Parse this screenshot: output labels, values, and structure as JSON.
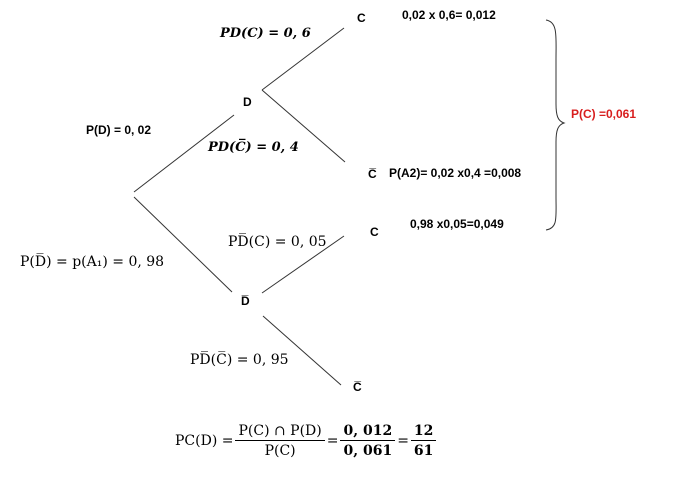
{
  "nodes": {
    "d": "D",
    "dbar": "D̅",
    "c_top": "C",
    "cbar_top": "C̅",
    "c_mid": "C",
    "cbar_bottom": "C̅"
  },
  "branch_labels": {
    "p_d": "P(D) = 0, 02",
    "p_dbar": "P(D̅) = p(A₁) = 0, 98",
    "pd_c": "PD(C) = 0, 6",
    "pd_cbar": "PD(C̅) = 0, 4",
    "pdbar_c": "PD̅(C) = 0, 05",
    "pdbar_cbar": "PD̅(C̅) = 0, 95"
  },
  "results": {
    "r1": "0,02 x 0,6= 0,012",
    "r2": "P(A2)= 0,02 x0,4 =0,008",
    "r3": "0,98 x0,05=0,049",
    "total": "P(C) =0,061"
  },
  "formula": {
    "lhs": "PC(D) =",
    "num": "P(C) ∩ P(D)",
    "den": "P(C)",
    "num2": "0, 012",
    "den2": "0, 061",
    "num3": "12",
    "den3": "61"
  },
  "colors": {
    "lines": "#333333",
    "accent": "#d81e1e"
  }
}
